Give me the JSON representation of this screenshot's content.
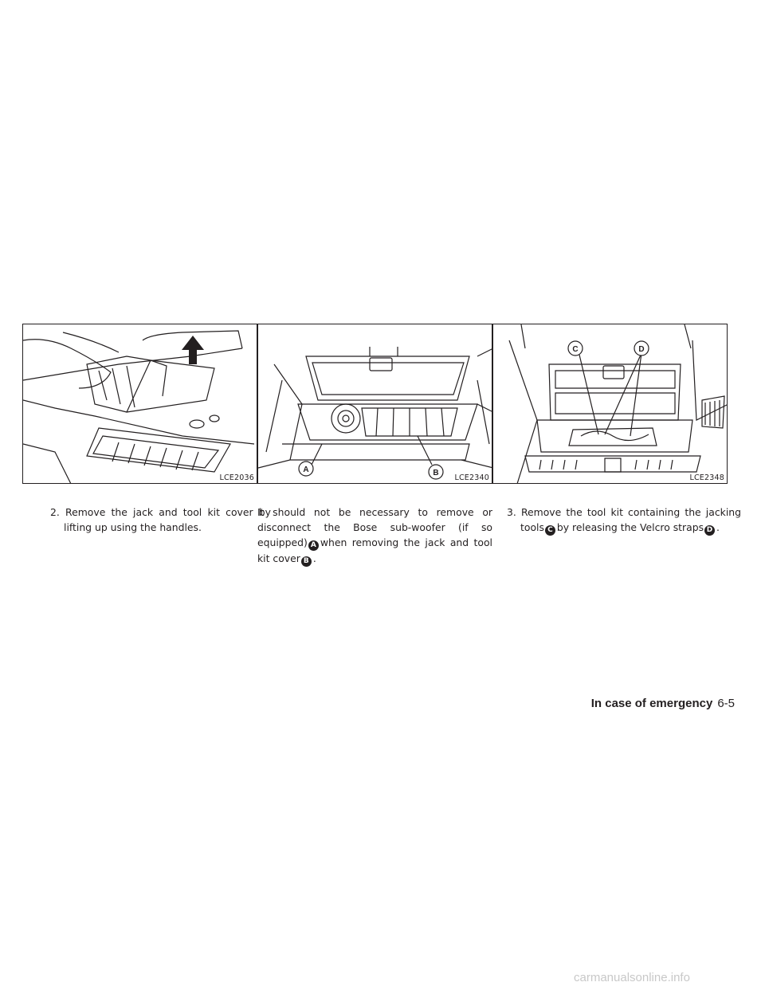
{
  "figures": [
    {
      "code": "LCE2036"
    },
    {
      "code": "LCE2340",
      "callouts": [
        "A",
        "B"
      ]
    },
    {
      "code": "LCE2348",
      "callouts": [
        "C",
        "D"
      ]
    }
  ],
  "column1": {
    "step_number": "2.",
    "text": "Remove the jack and tool kit cover by lifting up using the handles."
  },
  "column2": {
    "text_part1": "It should not be necessary to remove or disconnect the Bose sub-woofer (if so equipped)",
    "badge_a": "A",
    "text_part2": "when removing the jack and tool kit cover",
    "badge_b": "B",
    "text_part3": "."
  },
  "column3": {
    "step_number": "3.",
    "text_part1": "Remove the tool kit containing the jacking tools",
    "badge_c": "C",
    "text_part2": "by releasing the Velcro straps",
    "badge_d": "D",
    "text_part3": "."
  },
  "footer": {
    "section": "In case of emergency",
    "page": "6-5"
  },
  "watermark": "carmanualsonline.info"
}
